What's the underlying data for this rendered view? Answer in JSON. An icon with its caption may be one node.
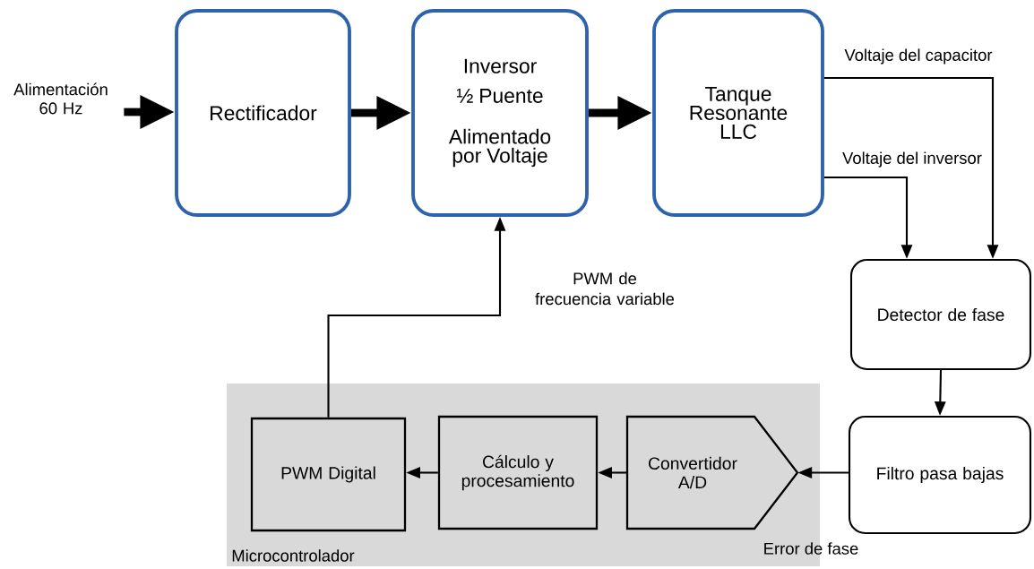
{
  "diagram": {
    "nodes": [
      {
        "text": [
          "Alimentación 60 Hz"
        ]
      },
      {
        "text": [
          "Rectificador"
        ]
      },
      {
        "text": [
          "Inversor ½ Puente",
          "Alimentado por Voltaje"
        ]
      },
      {
        "text": [
          "Tanque Resonante LLC"
        ]
      },
      {
        "text": [
          "Microcontrolador"
        ]
      },
      {
        "text": [
          "PWM Digital"
        ],
        "in": 4
      },
      {
        "text": [
          "Cálculo y procesamiento"
        ],
        "in": 4
      },
      {
        "text": [
          "Convertidor A/D"
        ],
        "in": 4
      },
      {
        "text": [
          "Detector de fase"
        ]
      },
      {
        "text": [
          "Filtro pasa bajas"
        ]
      }
    ],
    "edges": [
      {
        "from": 0,
        "to": 1,
        "arrow": "to",
        "style": "thick"
      },
      {
        "from": 1,
        "to": 2,
        "arrow": "to",
        "style": "thick"
      },
      {
        "from": 2,
        "to": 3,
        "arrow": "to",
        "style": "thick"
      },
      {
        "from": 3,
        "to": 8,
        "arrow": "to",
        "label": "Voltaje del capacitor"
      },
      {
        "from": 3,
        "to": 8,
        "arrow": "to",
        "label": "Voltaje del inversor"
      },
      {
        "from": 8,
        "to": 9,
        "arrow": "to"
      },
      {
        "from": 9,
        "to": 7,
        "arrow": "to",
        "label": "Error de fase"
      },
      {
        "from": 7,
        "to": 6,
        "arrow": "to"
      },
      {
        "from": 6,
        "to": 5,
        "arrow": "to"
      },
      {
        "from": 5,
        "to": 2,
        "arrow": "to",
        "label": "PWM de frecuencia variable"
      }
    ]
  }
}
